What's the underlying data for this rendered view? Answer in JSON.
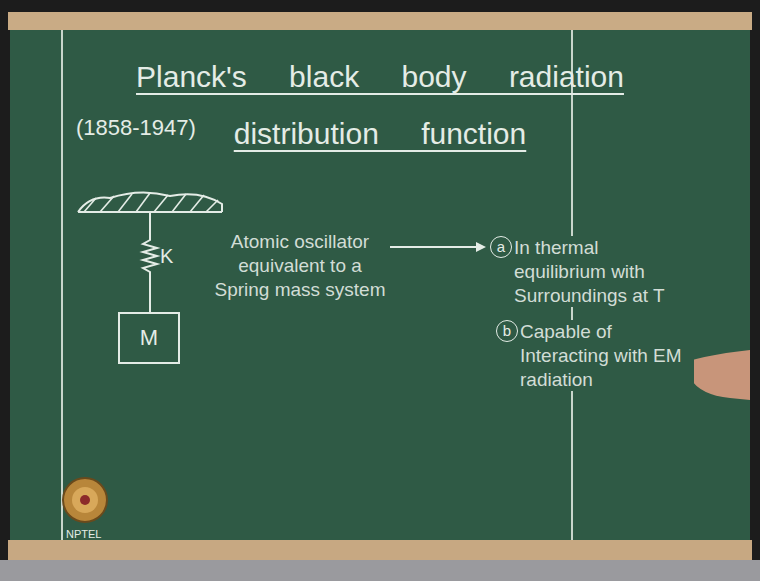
{
  "diagram": {
    "title": "Planck's black body radiation distribution function",
    "nodes": [
      {
        "text": [
          "M"
        ]
      }
    ],
    "labels": [
      "(1858-1947)",
      "K",
      "Atomic oscillator equivalent to a Spring mass system",
      "a",
      "In thermal equilibrium with Surroundings at T",
      "b",
      "Capable of Interacting with EM radiation",
      "NPTEL"
    ]
  }
}
